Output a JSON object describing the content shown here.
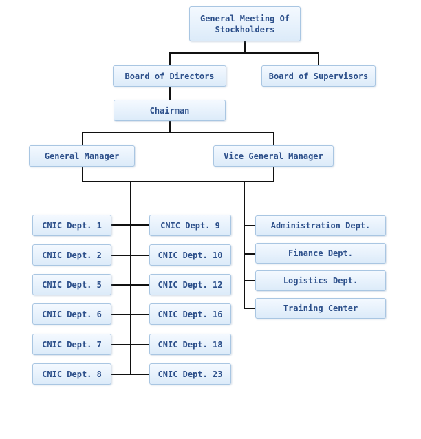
{
  "nodes": {
    "general_meeting": "General Meeting Of Stockholders",
    "board_of_directors": "Board of Directors",
    "board_of_supervisors": "Board of Supervisors",
    "chairman": "Chairman",
    "general_manager": "General Manager",
    "vice_general_manager": "Vice General Manager",
    "cnic_left": [
      "CNIC Dept. 1",
      "CNIC Dept. 2",
      "CNIC Dept. 5",
      "CNIC Dept. 6",
      "CNIC Dept. 7",
      "CNIC Dept. 8"
    ],
    "cnic_right": [
      "CNIC Dept. 9",
      "CNIC Dept. 10",
      "CNIC Dept. 12",
      "CNIC Dept. 16",
      "CNIC Dept. 18",
      "CNIC Dept. 23"
    ],
    "admin_depts": [
      "Administration Dept.",
      "Finance Dept.",
      "Logistics Dept.",
      "Training Center"
    ]
  },
  "colors": {
    "box_text": "#2c4f8a",
    "box_border": "#a9c6e2",
    "connector": "#111111"
  }
}
